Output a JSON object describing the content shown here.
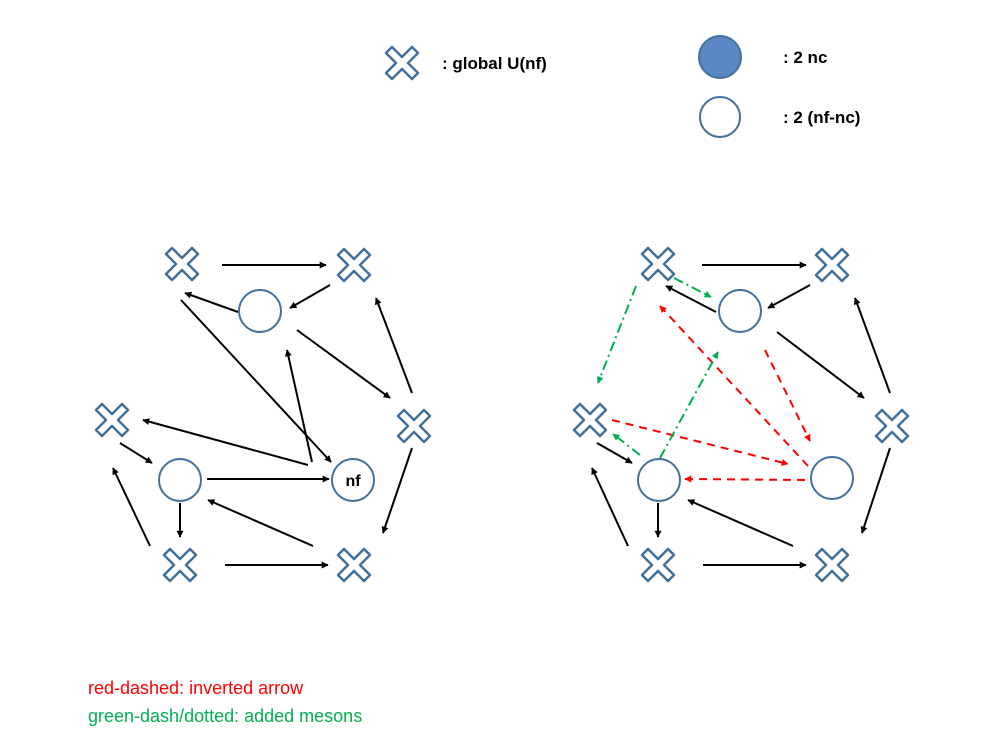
{
  "legend": {
    "cross_label": ": global U(nf)",
    "filled_label": ":  2 nc",
    "open_label": ": 2  (nf-nc)"
  },
  "colors": {
    "node_stroke": "#41719c",
    "node_fill": "#ffffff",
    "filled_fill": "#5b87c5",
    "arrow": "#000000",
    "inverted_arrow": "#ff0000",
    "added_meson": "#00b050"
  },
  "left_quiver": {
    "center_node_label": "nf"
  },
  "notes": {
    "red": "red-dashed: inverted arrow",
    "green": "green-dash/dotted: added mesons"
  }
}
